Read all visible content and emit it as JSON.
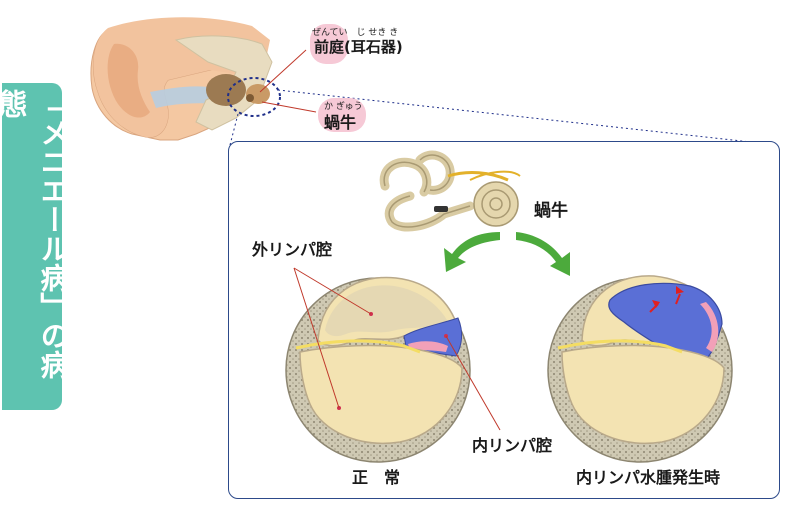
{
  "sidebar": {
    "title": "「メニエール病」の病態"
  },
  "labels": {
    "vestibule": "前庭(耳石器)",
    "vestibule_ruby": "ぜんてい　じ せき き",
    "cochlea_top": "蝸牛",
    "cochlea_top_ruby": "か ぎゅう",
    "cochlea_panel": "蝸牛",
    "perilymph": "外リンパ腔",
    "endolymph": "内リンパ腔",
    "normal": "正　常",
    "hydrops": "内リンパ水腫発生時"
  },
  "colors": {
    "sidebar_bg": "#5ec3b0",
    "panel_border": "#2d4a8a",
    "endolymph_fill": "#5a6fd6",
    "perilymph_fill": "#f3e3b2",
    "bone": "#c9c3ad",
    "arrow_green": "#4caa3c",
    "label_pill": "#f6c9d6"
  }
}
